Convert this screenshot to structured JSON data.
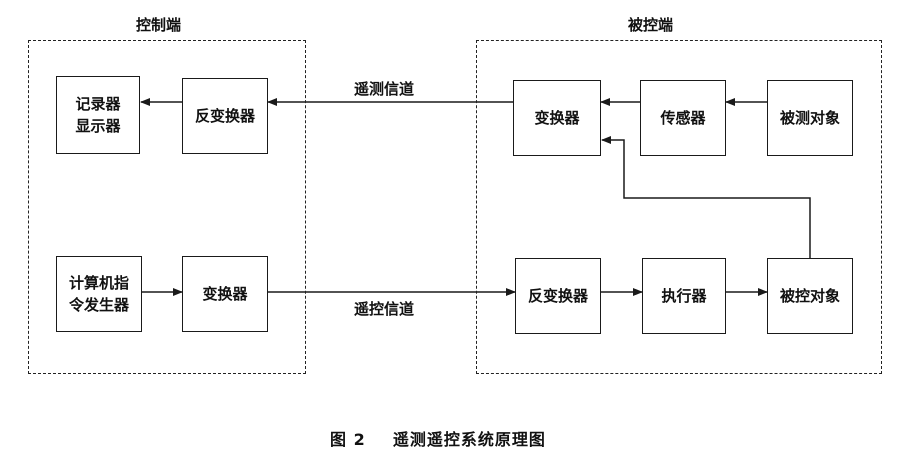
{
  "panels": {
    "control": "控制端",
    "controlled": "被控端"
  },
  "boxes": {
    "recorder_line1": "记录器",
    "recorder_line2": "显示器",
    "inverse_converter_top": "反变换器",
    "computer_line1": "计算机指",
    "computer_line2": "令发生器",
    "converter_bottom": "变换器",
    "converter_top": "变换器",
    "sensor": "传感器",
    "measured_object": "被测对象",
    "inverse_converter_bottom": "反变换器",
    "actuator": "执行器",
    "controlled_object": "被控对象"
  },
  "channels": {
    "telemetry": "遥测信道",
    "telecontrol": "遥控信道"
  },
  "caption": {
    "figure_no": "图 2",
    "title": "遥测遥控系统原理图"
  },
  "colors": {
    "line": "#1a1a1a",
    "background": "#ffffff"
  }
}
